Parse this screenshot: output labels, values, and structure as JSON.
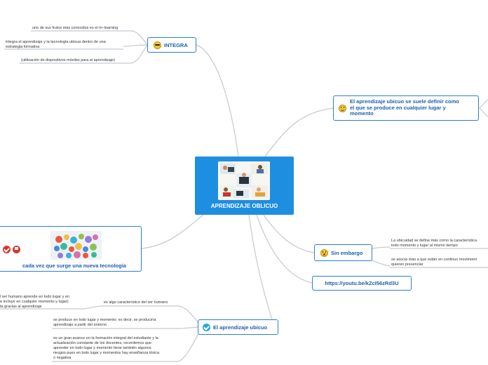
{
  "central": {
    "title": "APRENDIZAJE OBLICUO",
    "image": "collage-of-people-using-devices"
  },
  "integra": {
    "label": "INTEGRA",
    "icon": "sunglasses-emoji-icon",
    "leaves": [
      "uno de sus frutos más conocidos es el m–learning",
      "integra el aprendizaje y la tecnología ubicua dentro de una\nestrategia formativa",
      "(utilización de dispositivos móviles para el aprendizaje)"
    ]
  },
  "definir": {
    "label": "El aprendizaje ubicuo se suele definir como\nel que se produce en cualquier lugar y\nmomento",
    "icon": "smiling-emoji-icon"
  },
  "sin_embargo": {
    "label": "Sin embargo",
    "icon": "surprised-emoji-icon",
    "leaves": [
      "La ubicuidad se define más como la característica\ntodo momento y lugar al mismo tiempo",
      "se asocia más a que están en continuo movimient\nquieren presenciar"
    ]
  },
  "link": {
    "label": "https://youtu.be/kZcI56zRd3U"
  },
  "tecnologia": {
    "label": "cada vez que surge una nueva tecnología",
    "image": "colorful-app-icons-cloud",
    "icons": [
      "check-badge-icon",
      "flag-badge-icon"
    ]
  },
  "ubicuo": {
    "label": "El aprendizaje ubicuo",
    "icon": "checkmark-icon",
    "leaves": [
      "es algo característico del ser humano",
      "l ser humano aprende en todo lugar y en\ne incluye en cualquier momento y lugar)\nta gracias al aprendizaje",
      "se produce en todo lugar y momento; es decir, se produciría\naprendizaje a partir del entorno",
      "es un gran avance en la formación integral del estudiante y la\nactualización constante de los docentes, recordemos que\naprender en todo lugar y momento tiene también algunos\nriesgos pues en todo lugar y momentos hay enseñanza tóxica\no negativa"
    ]
  },
  "colors": {
    "node_border": "#2b7fd1",
    "node_text": "#1d5fae",
    "central_bg": "#1e8fe0",
    "connector": "#c4c9d1"
  }
}
